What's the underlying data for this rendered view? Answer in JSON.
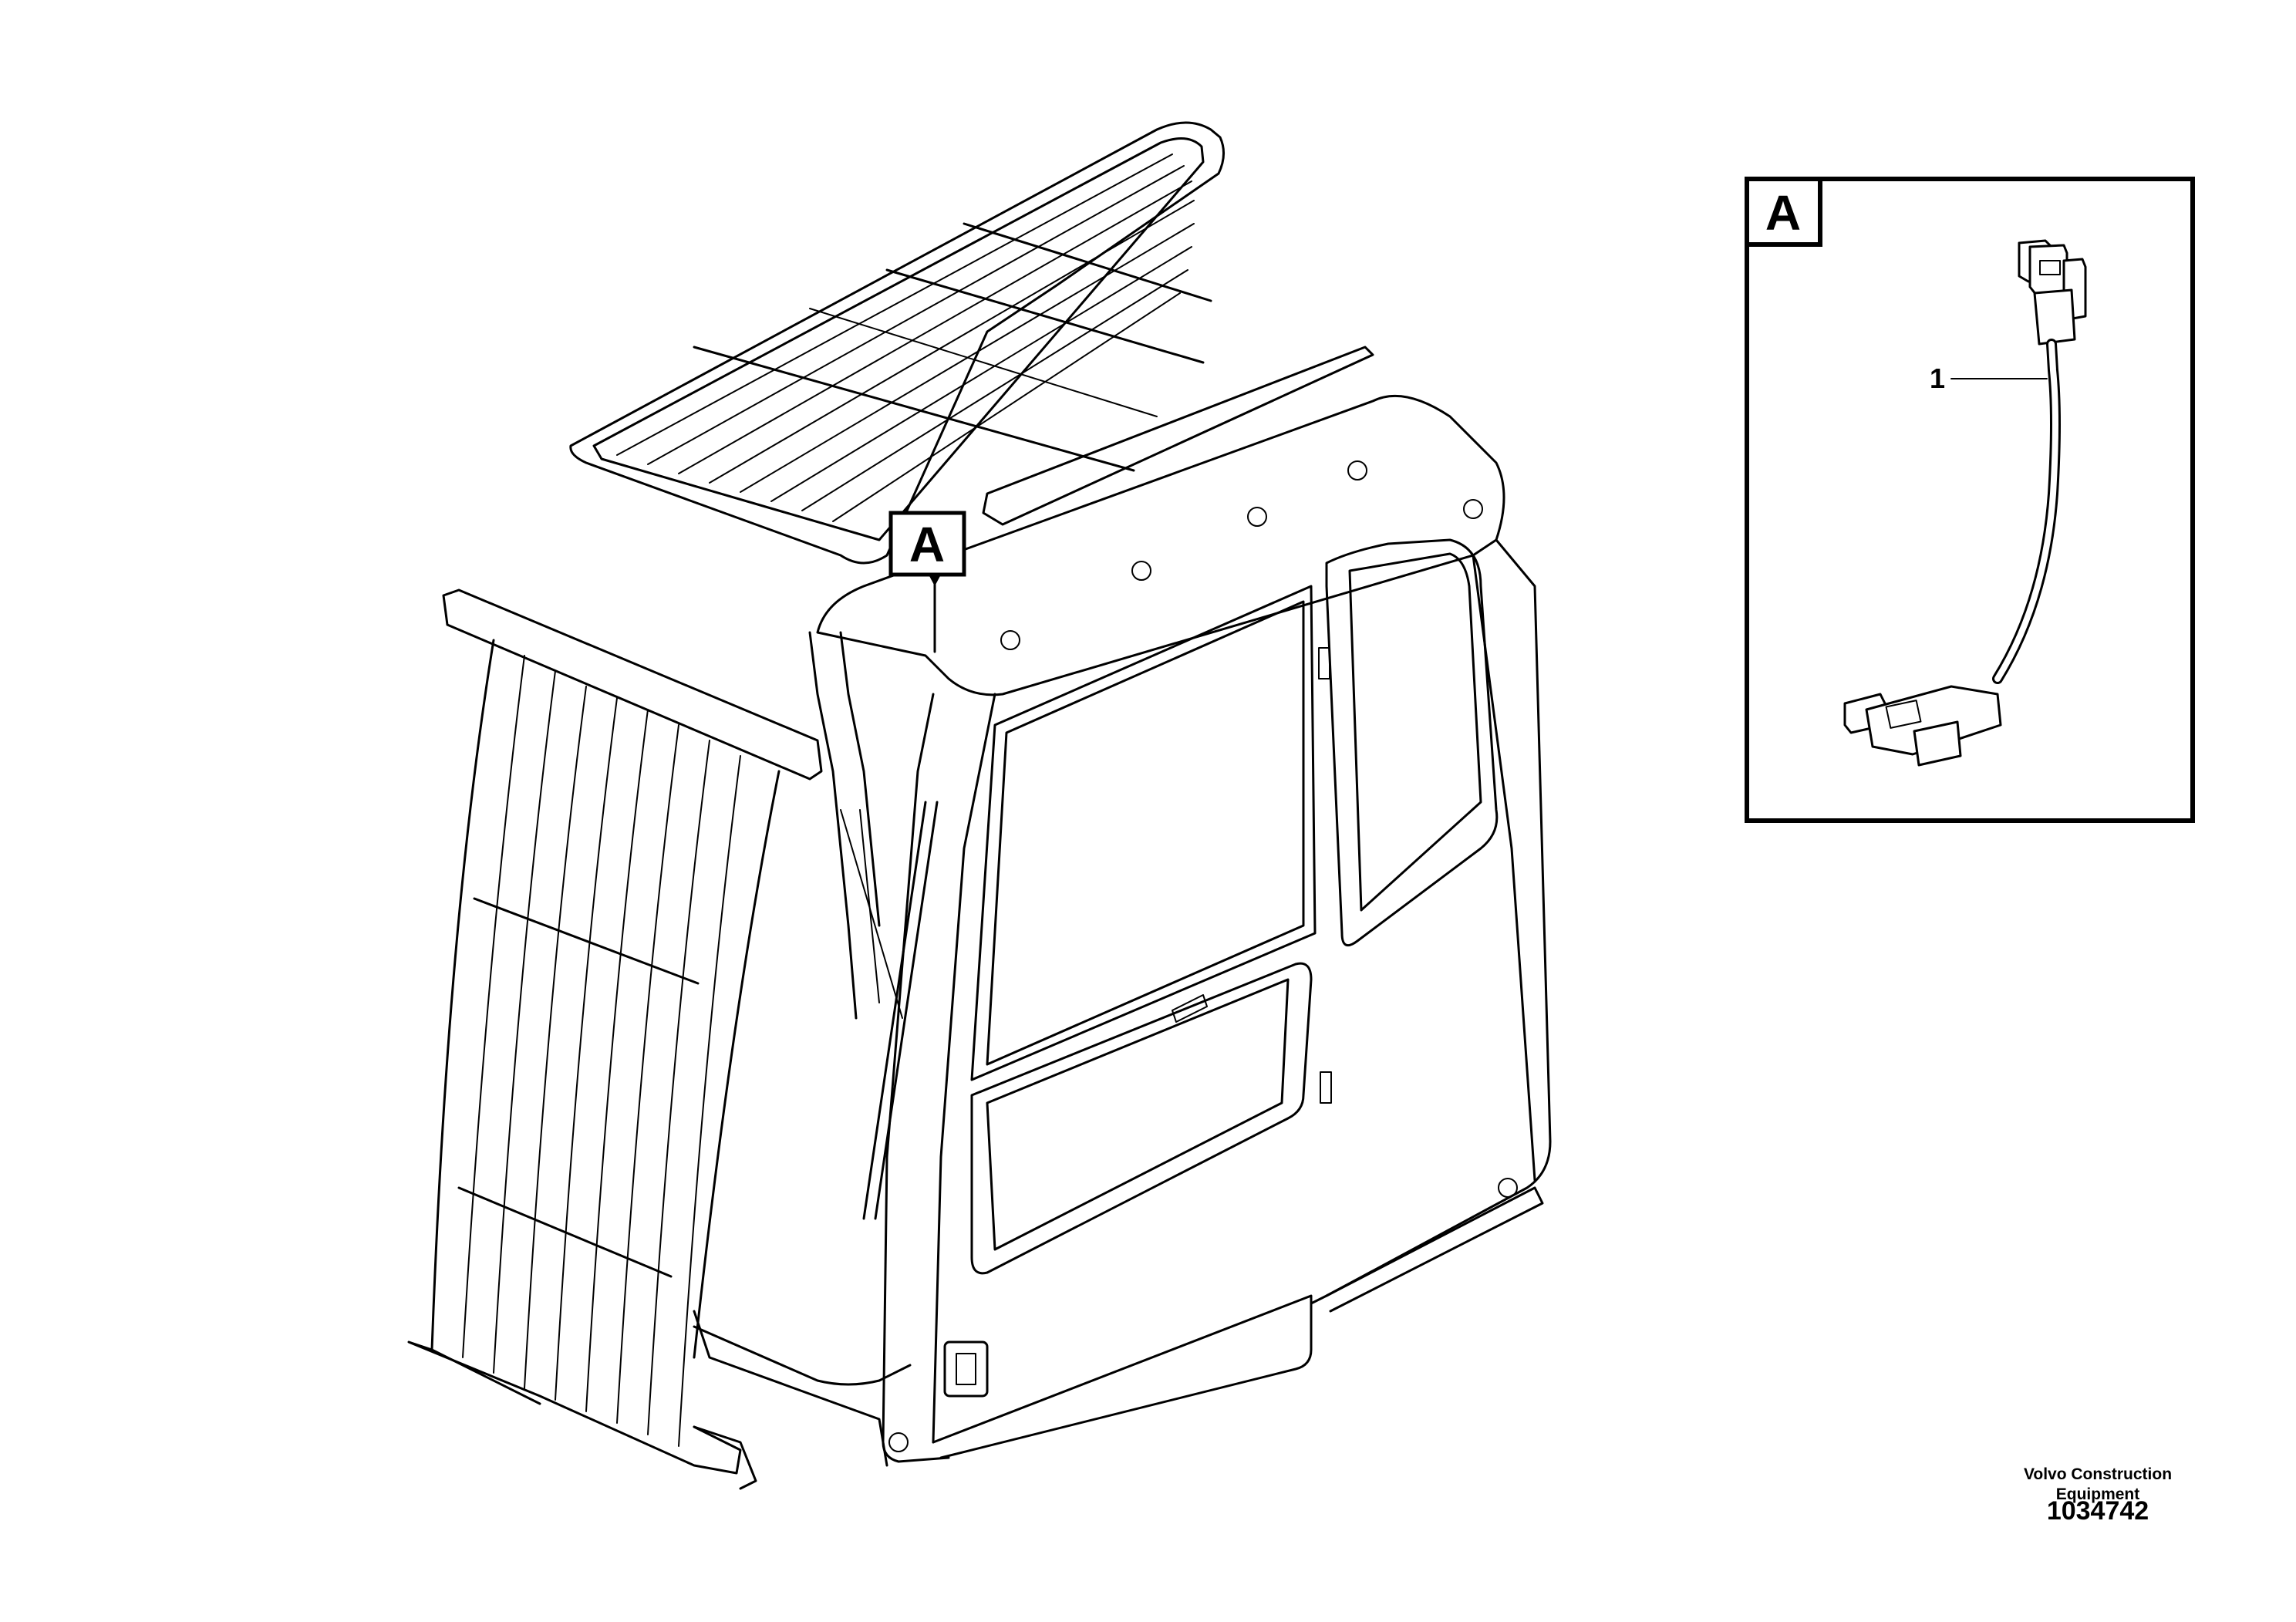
{
  "main_view": {
    "callout_label": "A"
  },
  "detail_a": {
    "label": "A",
    "items": [
      {
        "number": "1"
      }
    ]
  },
  "footer": {
    "brand_line1": "Volvo Construction",
    "brand_line2": "Equipment",
    "drawing_number": "1034742"
  }
}
